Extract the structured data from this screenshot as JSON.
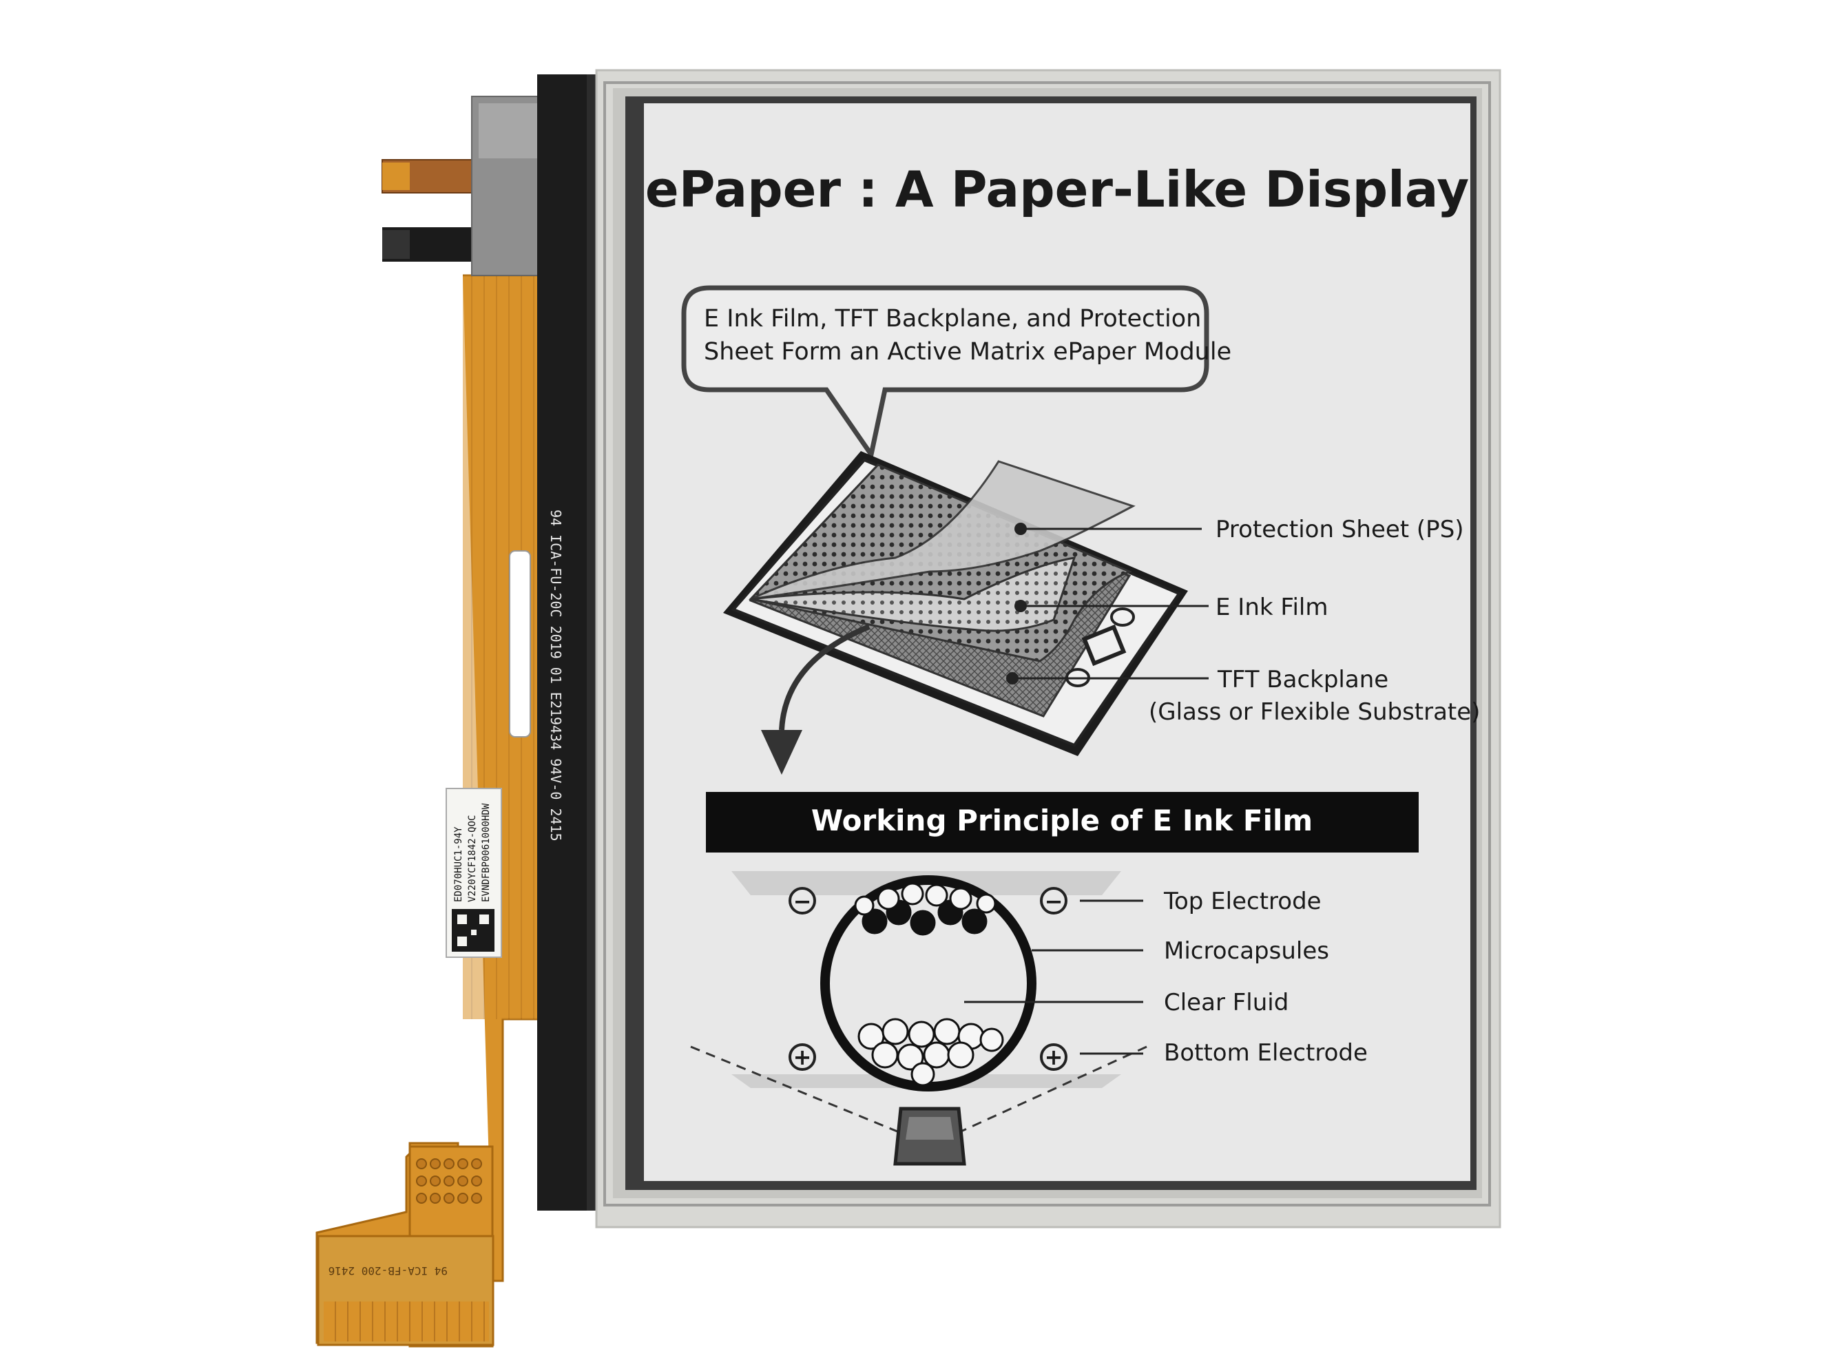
{
  "display": {
    "title": "ePaper : A Paper-Like Display",
    "callout": {
      "line1": "E Ink Film, TFT Backplane, and Protection",
      "line2": "Sheet Form an Active Matrix ePaper Module"
    },
    "layers": {
      "protection_sheet": "Protection Sheet (PS)",
      "eink_film": "E Ink Film",
      "tft_backplane": "TFT Backplane",
      "tft_substrate": "(Glass or Flexible Substrate)"
    },
    "banner": "Working Principle of E Ink Film",
    "principle": {
      "top_electrode": "Top Electrode",
      "microcapsules": "Microcapsules",
      "clear_fluid": "Clear Fluid",
      "bottom_electrode": "Bottom Electrode",
      "minus_sign": "−",
      "plus_sign": "+"
    }
  },
  "module_print": {
    "fpc_text": "94 ICA-FU-20C 2019 01 E219434 94V-0 2415",
    "label_line1": "ED070HUC1-94Y",
    "label_line2": "V220YCF1842-QOC",
    "label_line3": "EVNDFBP0061000HDW",
    "small_fpc_text": "94 ICA-FB-200 2416",
    "colors": {
      "fpc": "#d8922a",
      "fpc_dark": "#b8721a",
      "screen": "#e8e8e8",
      "bezel": "#1c1c1c",
      "frame": "#d8d8d4"
    }
  }
}
